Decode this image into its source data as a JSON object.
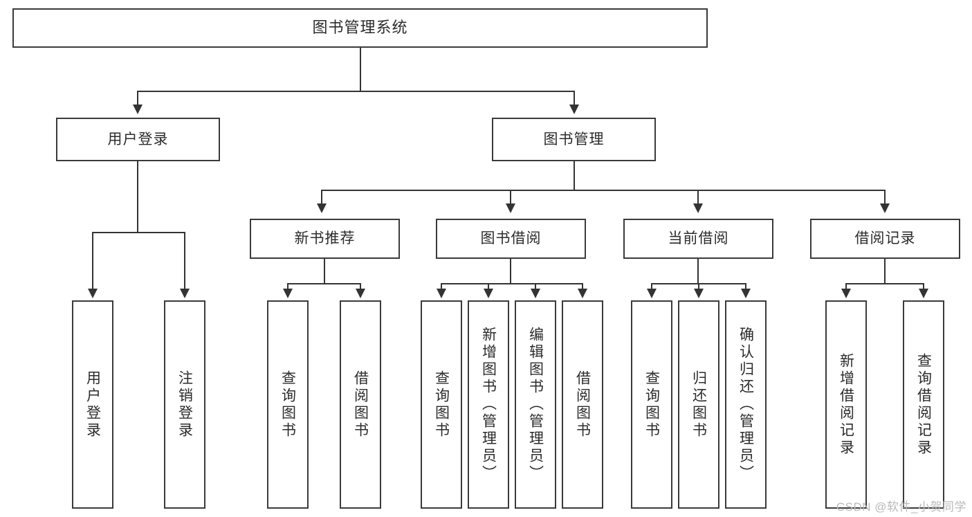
{
  "diagram": {
    "title": "图书管理系统",
    "type": "tree-hierarchy",
    "root": {
      "label": "图书管理系统"
    },
    "level2": [
      {
        "label": "用户登录"
      },
      {
        "label": "图书管理"
      }
    ],
    "level3": [
      {
        "label": "新书推荐"
      },
      {
        "label": "图书借阅"
      },
      {
        "label": "当前借阅"
      },
      {
        "label": "借阅记录"
      }
    ],
    "leaves": {
      "user_login": [
        {
          "label": "用户登录"
        },
        {
          "label": "注销登录"
        }
      ],
      "new_book_recommend": [
        {
          "label": "查询图书"
        },
        {
          "label": "借阅图书"
        }
      ],
      "book_borrow": [
        {
          "label": "查询图书"
        },
        {
          "label": "新增图书（管理员）"
        },
        {
          "label": "编辑图书（管理员）"
        },
        {
          "label": "借阅图书"
        }
      ],
      "current_borrow": [
        {
          "label": "查询图书"
        },
        {
          "label": "归还图书"
        },
        {
          "label": "确认归还（管理员）"
        }
      ],
      "borrow_record": [
        {
          "label": "新增借阅记录"
        },
        {
          "label": "查询借阅记录"
        }
      ]
    }
  },
  "watermark": {
    "text": "CSDN @软件_小贺同学"
  },
  "colors": {
    "box_border": "#3a3a3a",
    "line": "#333333",
    "text": "#2b2b2b",
    "background": "#ffffff",
    "watermark": "#b9b9b9"
  }
}
